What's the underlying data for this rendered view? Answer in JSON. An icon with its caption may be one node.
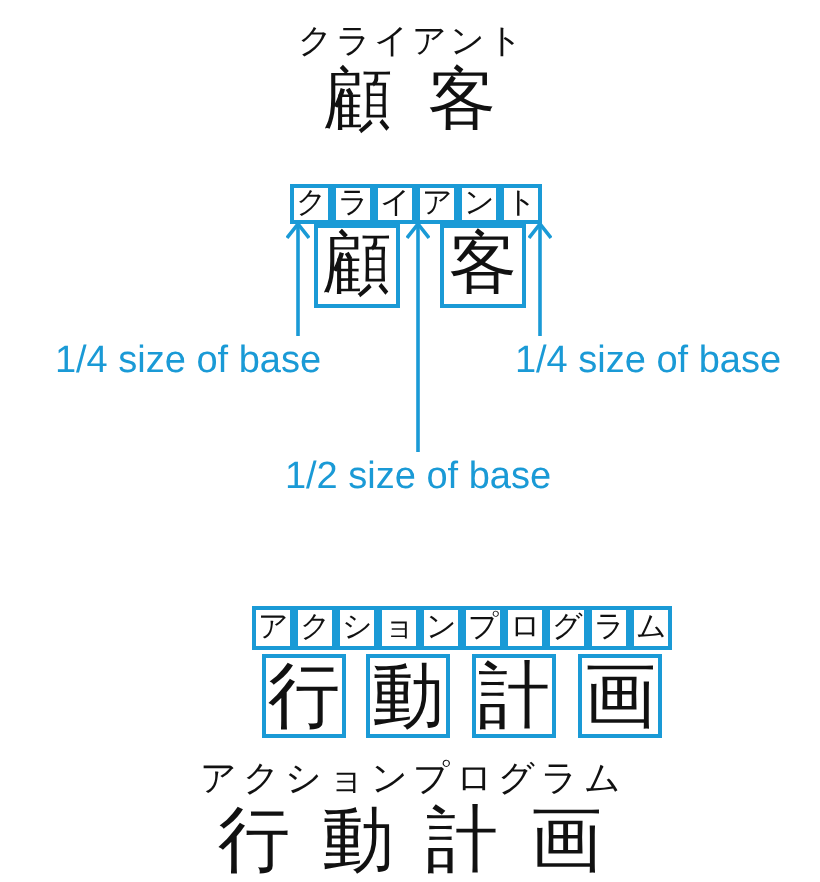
{
  "diagram": {
    "nodes": [
      {
        "text": [
          "ク"
        ]
      },
      {
        "text": [
          "ラ"
        ]
      },
      {
        "text": [
          "イ"
        ]
      },
      {
        "text": [
          "ア"
        ]
      },
      {
        "text": [
          "ン"
        ]
      },
      {
        "text": [
          "ト"
        ]
      },
      {
        "text": [
          "顧"
        ]
      },
      {
        "text": [
          "客"
        ]
      },
      {
        "text": [
          "1/4 size of base"
        ]
      },
      {
        "text": [
          "1/4 size of base"
        ]
      },
      {
        "text": [
          "1/2 size of base"
        ]
      },
      {
        "text": [
          "ア"
        ]
      },
      {
        "text": [
          "ク"
        ]
      },
      {
        "text": [
          "シ"
        ]
      },
      {
        "text": [
          "ョ"
        ]
      },
      {
        "text": [
          "ン"
        ]
      },
      {
        "text": [
          "プ"
        ]
      },
      {
        "text": [
          "ロ"
        ]
      },
      {
        "text": [
          "グ"
        ]
      },
      {
        "text": [
          "ラ"
        ]
      },
      {
        "text": [
          "ム"
        ]
      },
      {
        "text": [
          "行"
        ]
      },
      {
        "text": [
          "動"
        ]
      },
      {
        "text": [
          "計"
        ]
      },
      {
        "text": [
          "画"
        ]
      }
    ],
    "edges": [
      {
        "from": 8,
        "to": 0,
        "arrow": "to"
      },
      {
        "from": 9,
        "to": 5,
        "arrow": "to"
      },
      {
        "from": 10,
        "to": 2,
        "arrow": "to"
      }
    ],
    "labels": [
      "クライアント",
      "顧客",
      "アクションプログラム",
      "行動計画"
    ]
  }
}
